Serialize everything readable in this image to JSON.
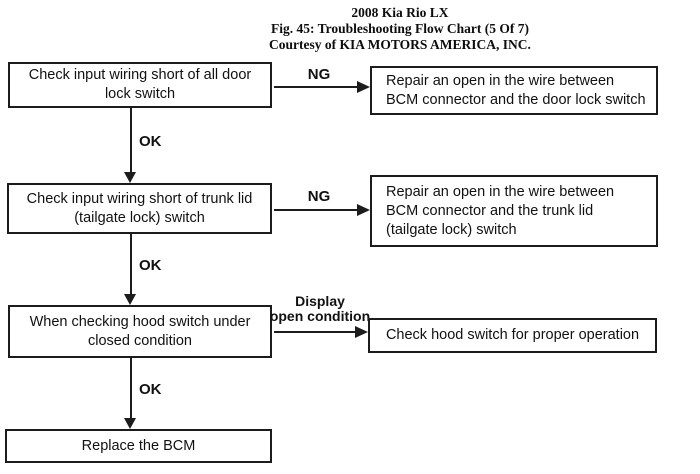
{
  "header": {
    "title": "2008 Kia Rio LX",
    "subtitle": "Fig. 45: Troubleshooting Flow Chart (5 Of 7)",
    "courtesy": "Courtesy of KIA MOTORS AMERICA, INC."
  },
  "flowchart": {
    "nodes": {
      "check_door_lock": {
        "lines": [
          "Check input wiring short of all door",
          "lock switch"
        ]
      },
      "repair_door_lock": {
        "lines": [
          "Repair an open in the wire between",
          "BCM connector and the door lock switch"
        ]
      },
      "check_trunk_lid": {
        "lines": [
          "Check input wiring short of trunk lid",
          "(tailgate lock) switch"
        ]
      },
      "repair_trunk_lid": {
        "lines": [
          "Repair an open in the wire between",
          "BCM connector and the trunk lid",
          "(tailgate lock) switch"
        ]
      },
      "check_hood_switch": {
        "lines": [
          "When checking hood switch under",
          "closed condition"
        ]
      },
      "check_hood_operation": {
        "lines": [
          "Check hood switch for proper operation"
        ]
      },
      "replace_bcm": {
        "lines": [
          "Replace the BCM"
        ]
      }
    },
    "labels": {
      "ng1": "NG",
      "ng2": "NG",
      "ok1": "OK",
      "ok2": "OK",
      "ok3": "OK",
      "display_line1": "Display",
      "display_line2": "open condition"
    }
  },
  "colors": {
    "line": "#1c1c1c",
    "text": "#111111",
    "background": "#ffffff"
  }
}
